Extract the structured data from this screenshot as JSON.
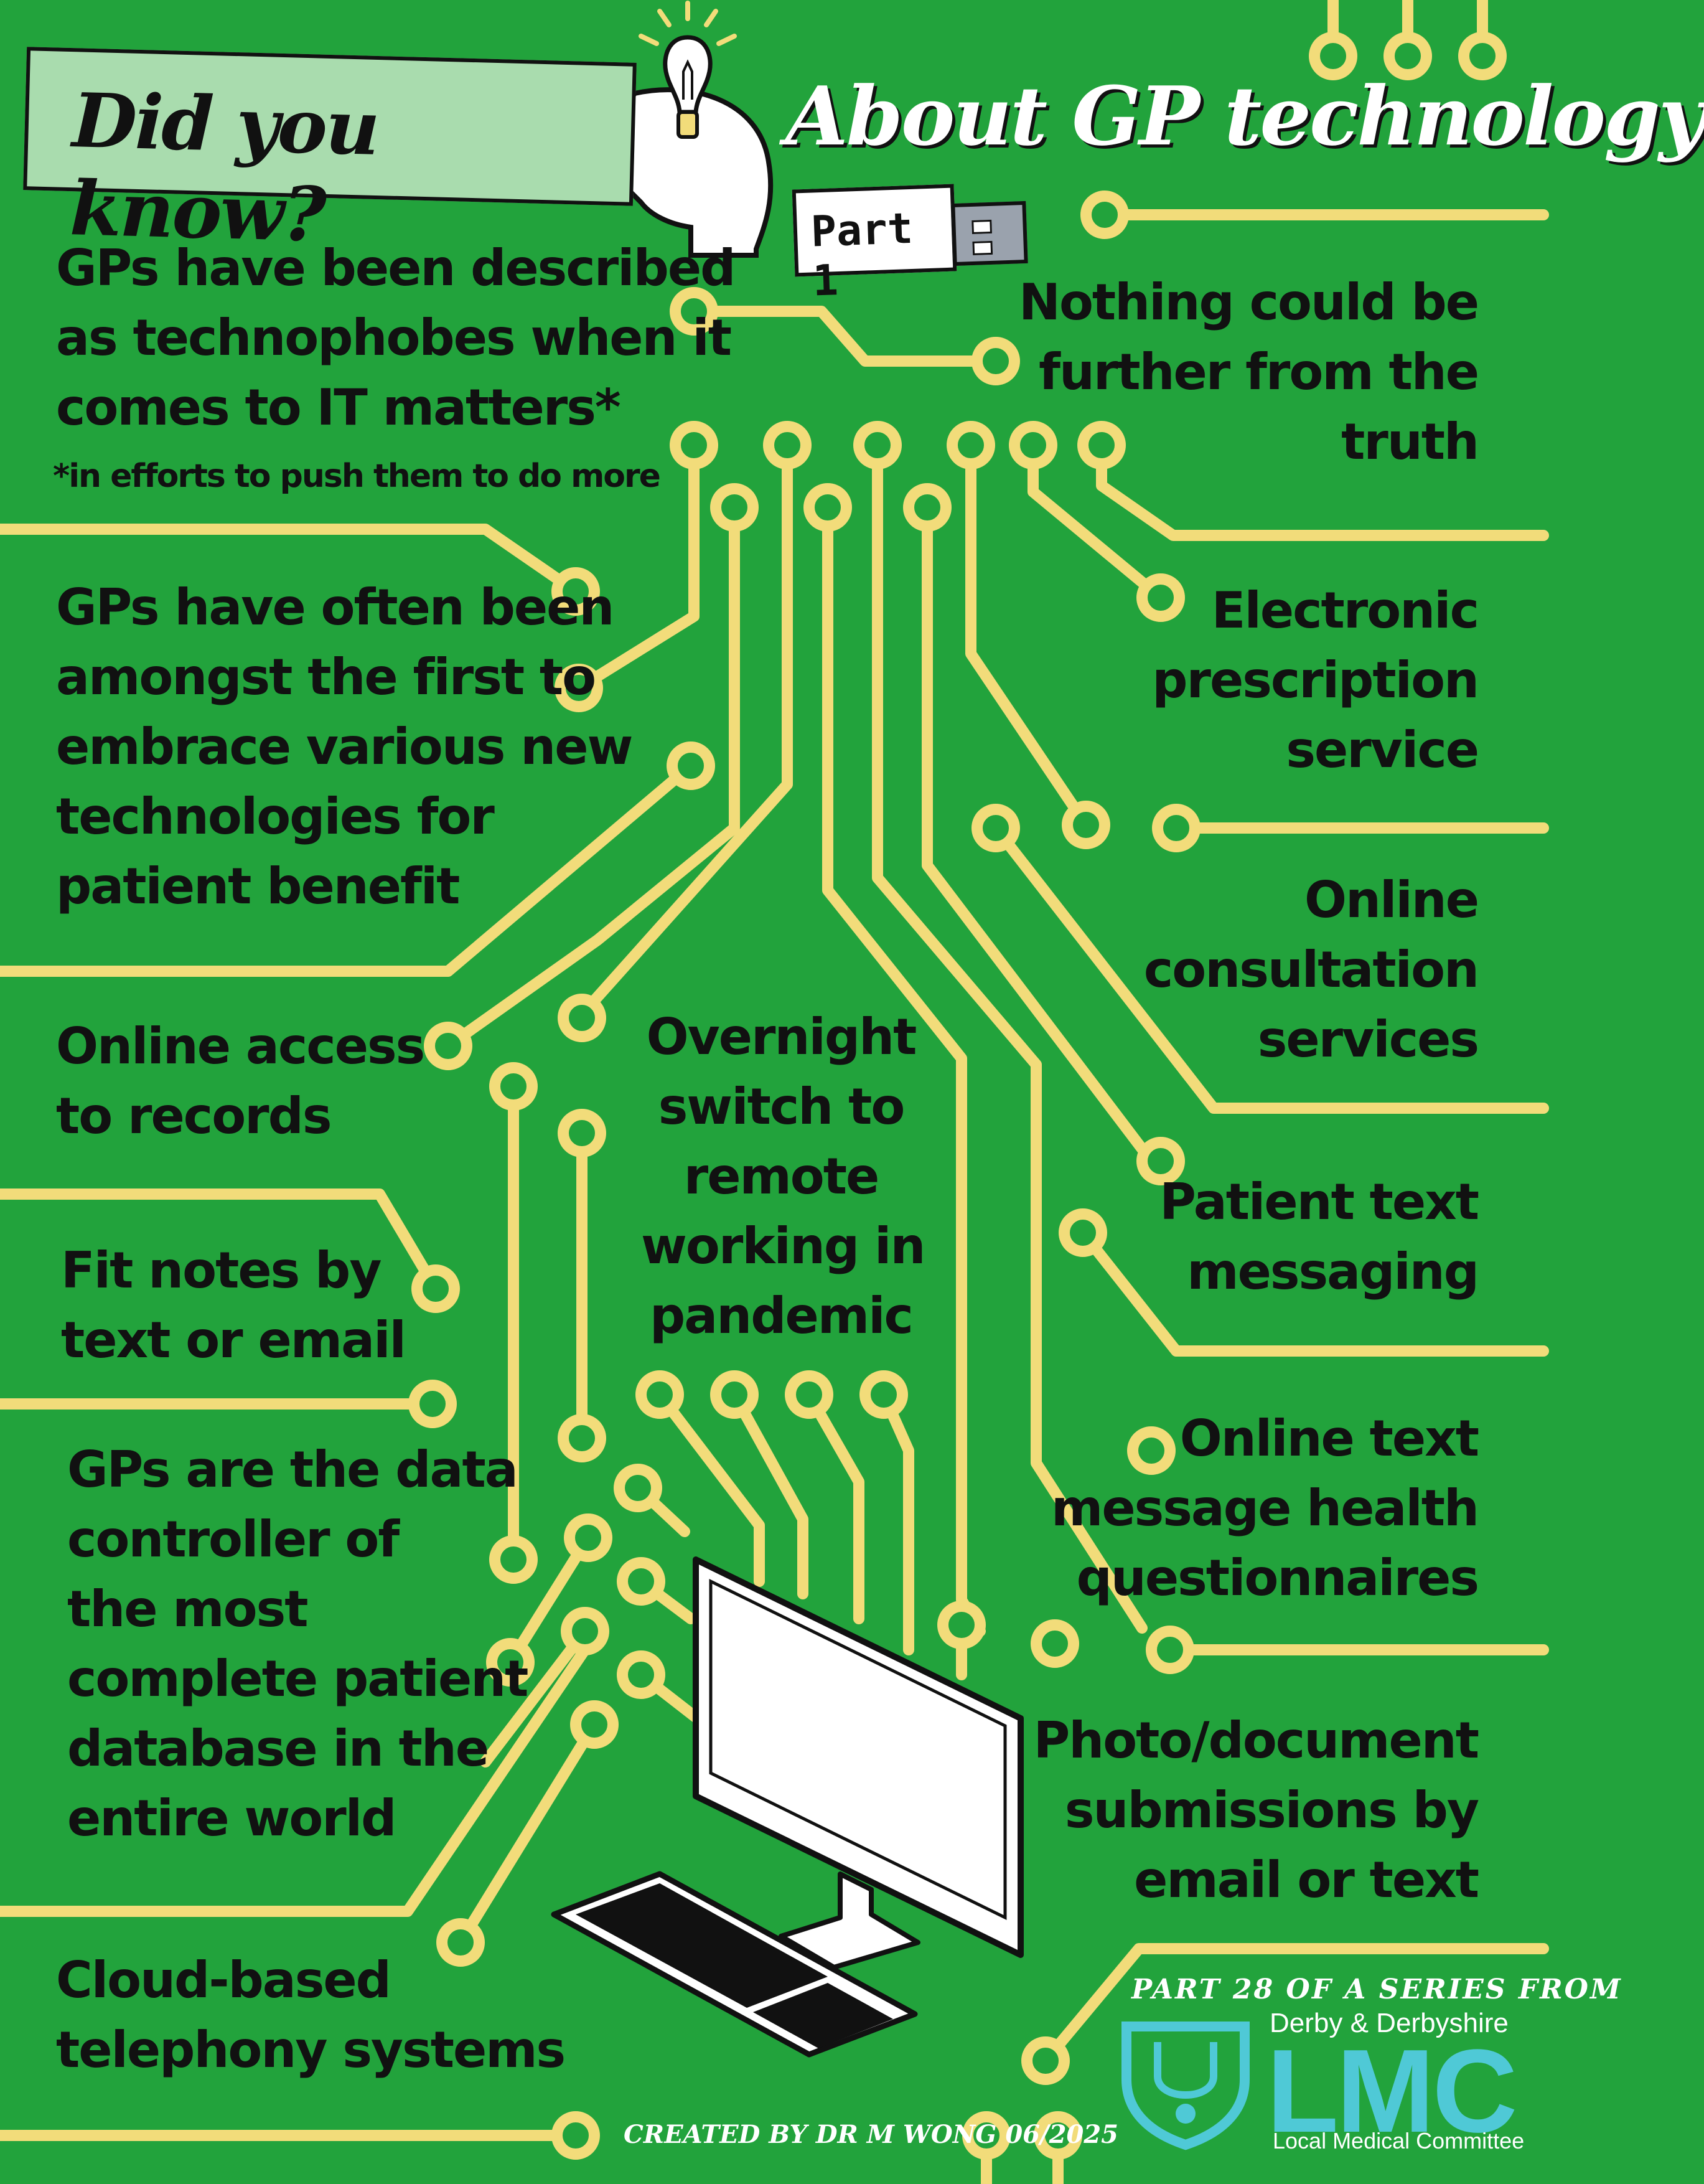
{
  "header": {
    "did_you_know": "Did you know?",
    "title": "About GP technology",
    "part_label": "Part 1"
  },
  "facts": {
    "technophobes": [
      "GPs have been described",
      "as technophobes when it",
      "comes to IT matters*"
    ],
    "footnote": "*in efforts to push them to do more",
    "further_from_truth": [
      "Nothing could be",
      "further from the",
      "truth"
    ],
    "first_to_embrace": [
      "GPs have often been",
      "amongst the first to",
      "embrace various new",
      "technologies for",
      "patient benefit"
    ],
    "electronic_prescription": [
      "Electronic",
      "prescription",
      "service"
    ],
    "online_consultation": [
      "Online",
      "consultation",
      "services"
    ],
    "online_access": [
      "Online access",
      "to records"
    ],
    "overnight_switch": [
      "Overnight",
      "switch to",
      "remote",
      "working in",
      "pandemic"
    ],
    "patient_text": [
      "Patient text",
      "messaging"
    ],
    "fit_notes": [
      "Fit notes by",
      "text or email"
    ],
    "data_controller": [
      "GPs are the data",
      "controller of",
      "the most",
      "complete patient",
      "database in the",
      "entire world"
    ],
    "online_questionnaires": [
      "Online text",
      "message health",
      "questionnaires"
    ],
    "photo_submissions": [
      "Photo/document",
      "submissions by",
      "email or text"
    ],
    "cloud_telephony": [
      "Cloud-based",
      "telephony systems"
    ]
  },
  "footer": {
    "series": "PART 28 OF A SERIES FROM",
    "credit": "CREATED BY DR M WONG 06/2025",
    "lmc_region": "Derby & Derbyshire",
    "lmc_logo": "LMC",
    "lmc_name": "Local Medical Committee"
  },
  "colors": {
    "background": "#22a33c",
    "trace": "#f2dc7a",
    "banner": "#a9dcae",
    "lmc_teal": "#4fc9d6",
    "text": "#111111"
  },
  "icons": [
    "lightbulb-head-icon",
    "usb-stick-icon",
    "computer-monitor-icon",
    "keyboard-icon",
    "shield-stethoscope-icon"
  ]
}
